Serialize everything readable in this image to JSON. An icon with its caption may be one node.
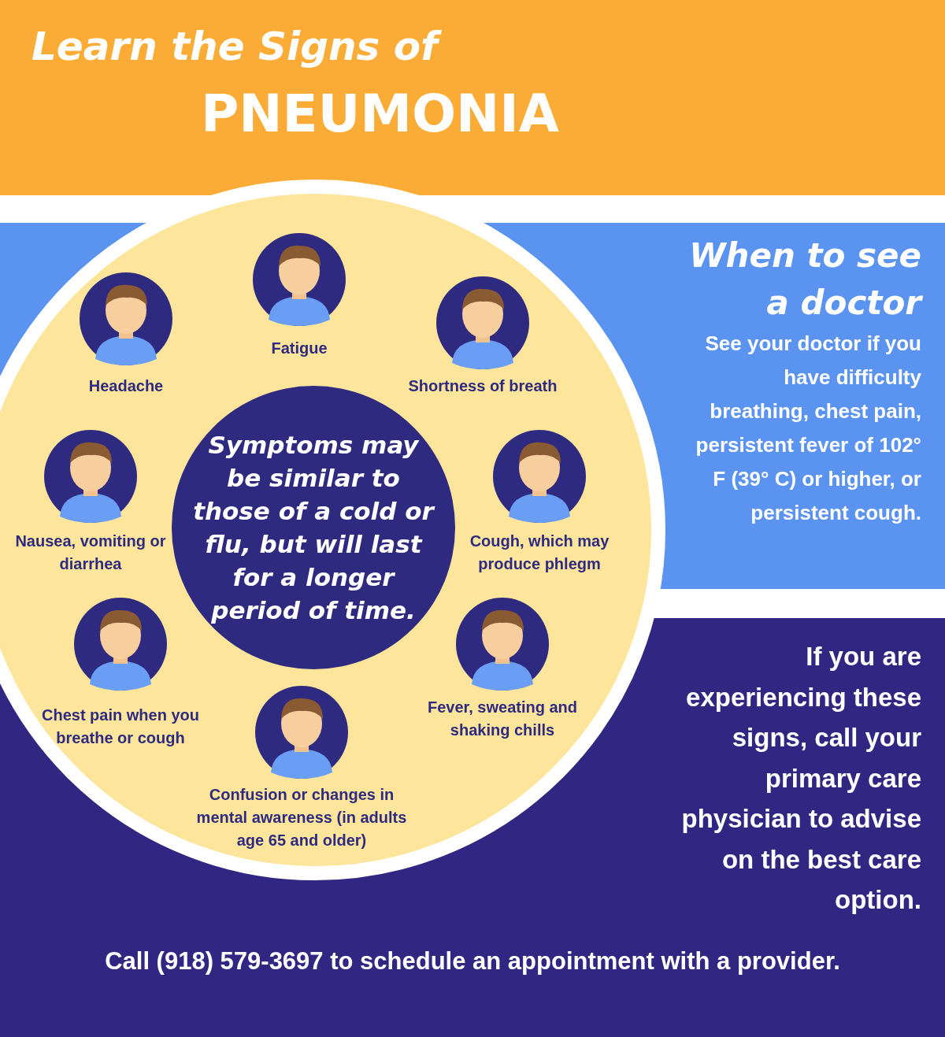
{
  "diagram": {
    "nodes": [
      {
        "text": [],
        "shape": "circle"
      },
      {
        "text": [
          "Fatigue"
        ],
        "in": 0
      },
      {
        "text": [
          "Headache"
        ],
        "in": 0
      },
      {
        "text": [
          "Shortness of breath"
        ],
        "in": 0
      },
      {
        "text": [
          "Symptoms may be similar to those of a cold or flu, but will last for a longer period of time."
        ],
        "in": 0
      },
      {
        "text": [
          "Nausea, vomiting or diarrhea"
        ],
        "in": 0
      },
      {
        "text": [
          "Cough, which may produce phlegm"
        ],
        "in": 0
      },
      {
        "text": [
          "Chest pain when you breathe or cough"
        ],
        "in": 0
      },
      {
        "text": [
          "Fever, sweating and shaking chills"
        ],
        "in": 0
      },
      {
        "text": [
          "Confusion or changes in mental awareness (in adults age 65 and older)"
        ],
        "in": 0
      },
      {
        "text": [
          "When to see a doctor",
          "See your doctor if you have difficulty breathing, chest pain, persistent fever of 102° F (39° C) or higher, or persistent cough."
        ]
      },
      {
        "text": [
          "If you are experiencing these signs, call your primary care physician to advise on the best care option."
        ]
      }
    ],
    "edges": [],
    "labels": [
      "Learn the Signs of",
      "PNEUMONIA",
      "Call (918) 579-3697 to schedule an appointment with a provider."
    ]
  }
}
